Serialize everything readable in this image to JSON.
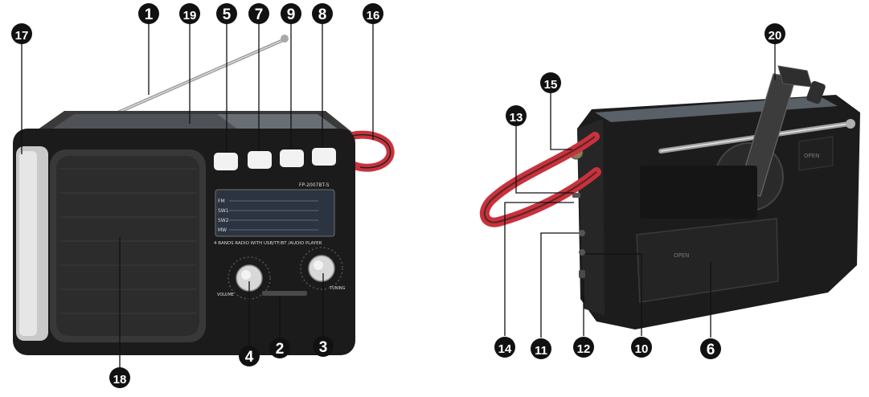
{
  "image_title": "",
  "colors": {
    "badge": "#111111",
    "badge_text": "#ffffff",
    "strap": "#c8323c",
    "body": "#1b1b1b",
    "grille": "#3a3a3a",
    "display": "#2b3440"
  },
  "front_view": {
    "model_label": "FP-2007BT-S",
    "band_label": "4 BANDS RADIO WITH USB/TF/BT /AUDIO PLAYER",
    "volume_label": "VOLUME",
    "tuning_label": "TUNING",
    "bands": [
      "FM",
      "SW1",
      "SW2",
      "MW"
    ],
    "callouts": [
      {
        "num": "1",
        "part": "antenna"
      },
      {
        "num": "19",
        "part": "solar-panel"
      },
      {
        "num": "5",
        "part": "mode-button"
      },
      {
        "num": "7",
        "part": "previous-button"
      },
      {
        "num": "9",
        "part": "play-pause-button"
      },
      {
        "num": "8",
        "part": "next-button"
      },
      {
        "num": "16",
        "part": "strap"
      },
      {
        "num": "17",
        "part": "flashlight"
      },
      {
        "num": "18",
        "part": "speaker"
      },
      {
        "num": "4",
        "part": "volume-knob"
      },
      {
        "num": "2",
        "part": "band-selector"
      },
      {
        "num": "3",
        "part": "tuning-knob"
      }
    ]
  },
  "back_view": {
    "open_label_top": "OPEN",
    "open_label_bottom": "OPEN",
    "callouts": [
      {
        "num": "20",
        "part": "hand-crank"
      },
      {
        "num": "15",
        "part": "strap-anchor"
      },
      {
        "num": "13",
        "part": "strap"
      },
      {
        "num": "14",
        "part": "usb-port"
      },
      {
        "num": "11",
        "part": "tf-card-slot"
      },
      {
        "num": "12",
        "part": "earphone-jack"
      },
      {
        "num": "10",
        "part": "charging-port"
      },
      {
        "num": "6",
        "part": "battery-cover"
      }
    ]
  }
}
